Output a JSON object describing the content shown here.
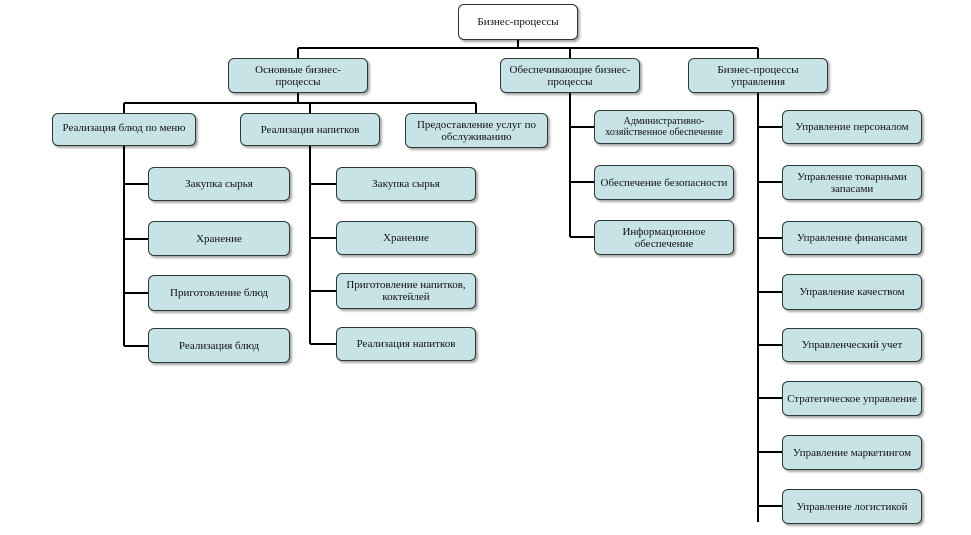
{
  "root": {
    "label": "Бизнес-процессы"
  },
  "branches": [
    {
      "label": "Основные бизнес-процессы",
      "groups": [
        {
          "label": "Реализация блюд по меню",
          "items": [
            "Закупка сырья",
            "Хранение",
            "Приготовление блюд",
            "Реализация блюд"
          ]
        },
        {
          "label": "Реализация напитков",
          "items": [
            "Закупка сырья",
            "Хранение",
            "Приготовление напитков, коктейлей",
            "Реализация  напитков"
          ]
        },
        {
          "label": "Предоставление услуг по обслуживанию",
          "items": []
        }
      ]
    },
    {
      "label": "Обеспечивающие бизнес-процессы",
      "items": [
        "Административно-хозяйственное обеспечение",
        "Обеспечение безопасности",
        "Информационное обеспечение"
      ]
    },
    {
      "label": "Бизнес-процессы управления",
      "items": [
        "Управление персоналом",
        "Управление товарными запасами",
        "Управление финансами",
        "Управление качеством",
        "Управленческий учет",
        "Стратегическое управление",
        "Управление маркетингом",
        "Управление логистикой"
      ]
    }
  ]
}
